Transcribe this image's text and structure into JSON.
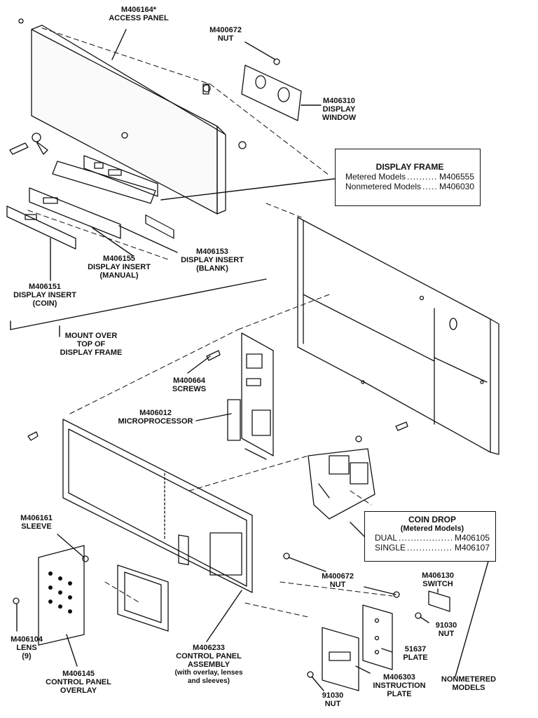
{
  "labels": {
    "access_panel": [
      "M406164*",
      "ACCESS PANEL"
    ],
    "nut_top": [
      "M400672",
      "NUT"
    ],
    "display_window": [
      "M406310",
      "DISPLAY",
      "WINDOW"
    ],
    "insert_manual": [
      "M406155",
      "DISPLAY INSERT",
      "(MANUAL)"
    ],
    "insert_blank": [
      "M406153",
      "DISPLAY INSERT",
      "(BLANK)"
    ],
    "insert_coin": [
      "M406151",
      "DISPLAY INSERT",
      "(COIN)"
    ],
    "mount_over": [
      "MOUNT OVER",
      "TOP OF",
      "DISPLAY FRAME"
    ],
    "screws": [
      "M400664",
      "SCREWS"
    ],
    "microprocessor": [
      "M406012",
      "MICROPROCESSOR"
    ],
    "sleeve": [
      "M406161",
      "SLEEVE"
    ],
    "nut_mid": [
      "M400672",
      "NUT"
    ],
    "switch": [
      "M406130",
      "SWITCH"
    ],
    "nut_91030_a": [
      "91030",
      "NUT"
    ],
    "plate_51637": [
      "51637",
      "PLATE"
    ],
    "lens": [
      "M406104",
      "LENS",
      "(9)"
    ],
    "overlay": [
      "M406145",
      "CONTROL PANEL",
      "OVERLAY"
    ],
    "cp_assembly": [
      "M406233",
      "CONTROL PANEL",
      "ASSEMBLY"
    ],
    "cp_assembly_note": [
      "(with overlay, lenses",
      "and sleeves)"
    ],
    "instruction_plate": [
      "M406303",
      "INSTRUCTION",
      "PLATE"
    ],
    "nut_91030_b": [
      "91030",
      "NUT"
    ],
    "nonmetered": [
      "NONMETERED",
      "MODELS"
    ]
  },
  "display_frame": {
    "title": "DISPLAY FRAME",
    "rows": [
      {
        "name": "Metered Models",
        "part": "M406555"
      },
      {
        "name": "Nonmetered Models",
        "part": "M406030"
      }
    ]
  },
  "coin_drop": {
    "title": "COIN DROP",
    "subtitle": "(Metered Models)",
    "rows": [
      {
        "name": "DUAL",
        "part": "M406105"
      },
      {
        "name": "SINGLE",
        "part": "M406107"
      }
    ]
  }
}
